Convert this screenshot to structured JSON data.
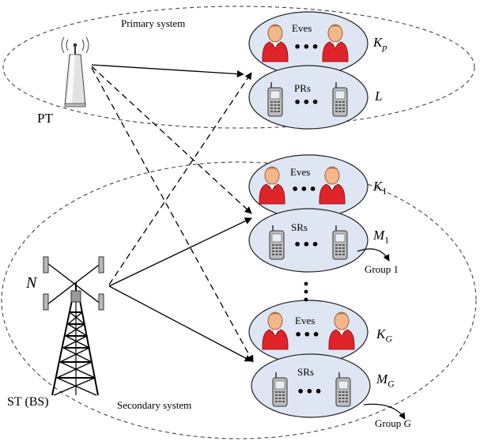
{
  "primary_system": {
    "title": "Primary system",
    "transmitter": "PT",
    "eves": {
      "label": "Eves",
      "count_symbol": "K",
      "count_subscript": "p"
    },
    "receivers": {
      "label": "PRs",
      "count_symbol": "L"
    }
  },
  "secondary_system": {
    "title": "Secondary system",
    "transmitter": "ST (BS)",
    "antennas_symbol": "N",
    "groups": [
      {
        "eves_label": "Eves",
        "eves_symbol": "K",
        "eves_sub": "1",
        "rx_label": "SRs",
        "rx_symbol": "M",
        "rx_sub": "1",
        "group_text": "Group 1"
      },
      {
        "eves_label": "Eves",
        "eves_symbol": "K",
        "eves_sub": "G",
        "rx_label": "SRs",
        "rx_symbol": "M",
        "rx_sub": "G",
        "group_text": "Group",
        "group_symbol": "G"
      }
    ]
  },
  "ellipsis": "•••",
  "colors": {
    "cluster_fill": "#dfe6f3",
    "person_red": "#e0242a",
    "skin": "#f3b78a",
    "phone_gray": "#9a9a9a"
  }
}
